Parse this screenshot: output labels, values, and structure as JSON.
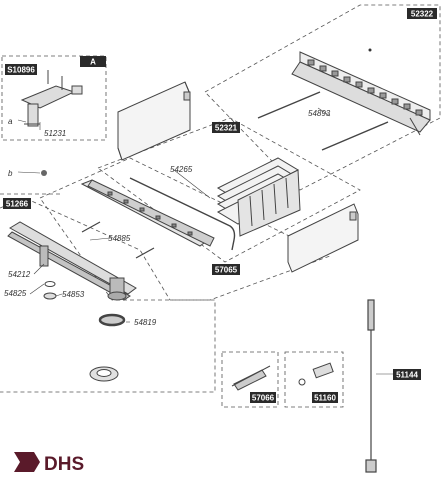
{
  "tags": {
    "t52322": "52322",
    "t52321": "52321",
    "t51266": "51266",
    "t57065": "57065",
    "t57066": "57066",
    "t51160": "51160",
    "t51144": "51144",
    "tS10896": "S10896",
    "tA": "A"
  },
  "labels": {
    "l51231": "51231",
    "la": "a",
    "lb": "b",
    "l54893": "54893",
    "l54265": "54265",
    "l54885": "54885",
    "l54212": "54212",
    "l54825": "54825",
    "l54853": "54853",
    "l54819": "54819"
  },
  "logo": {
    "text": "DHS"
  },
  "colors": {
    "tag_bg": "#2a2a2a",
    "line": "#444444",
    "logo": "#5a1a2a"
  }
}
